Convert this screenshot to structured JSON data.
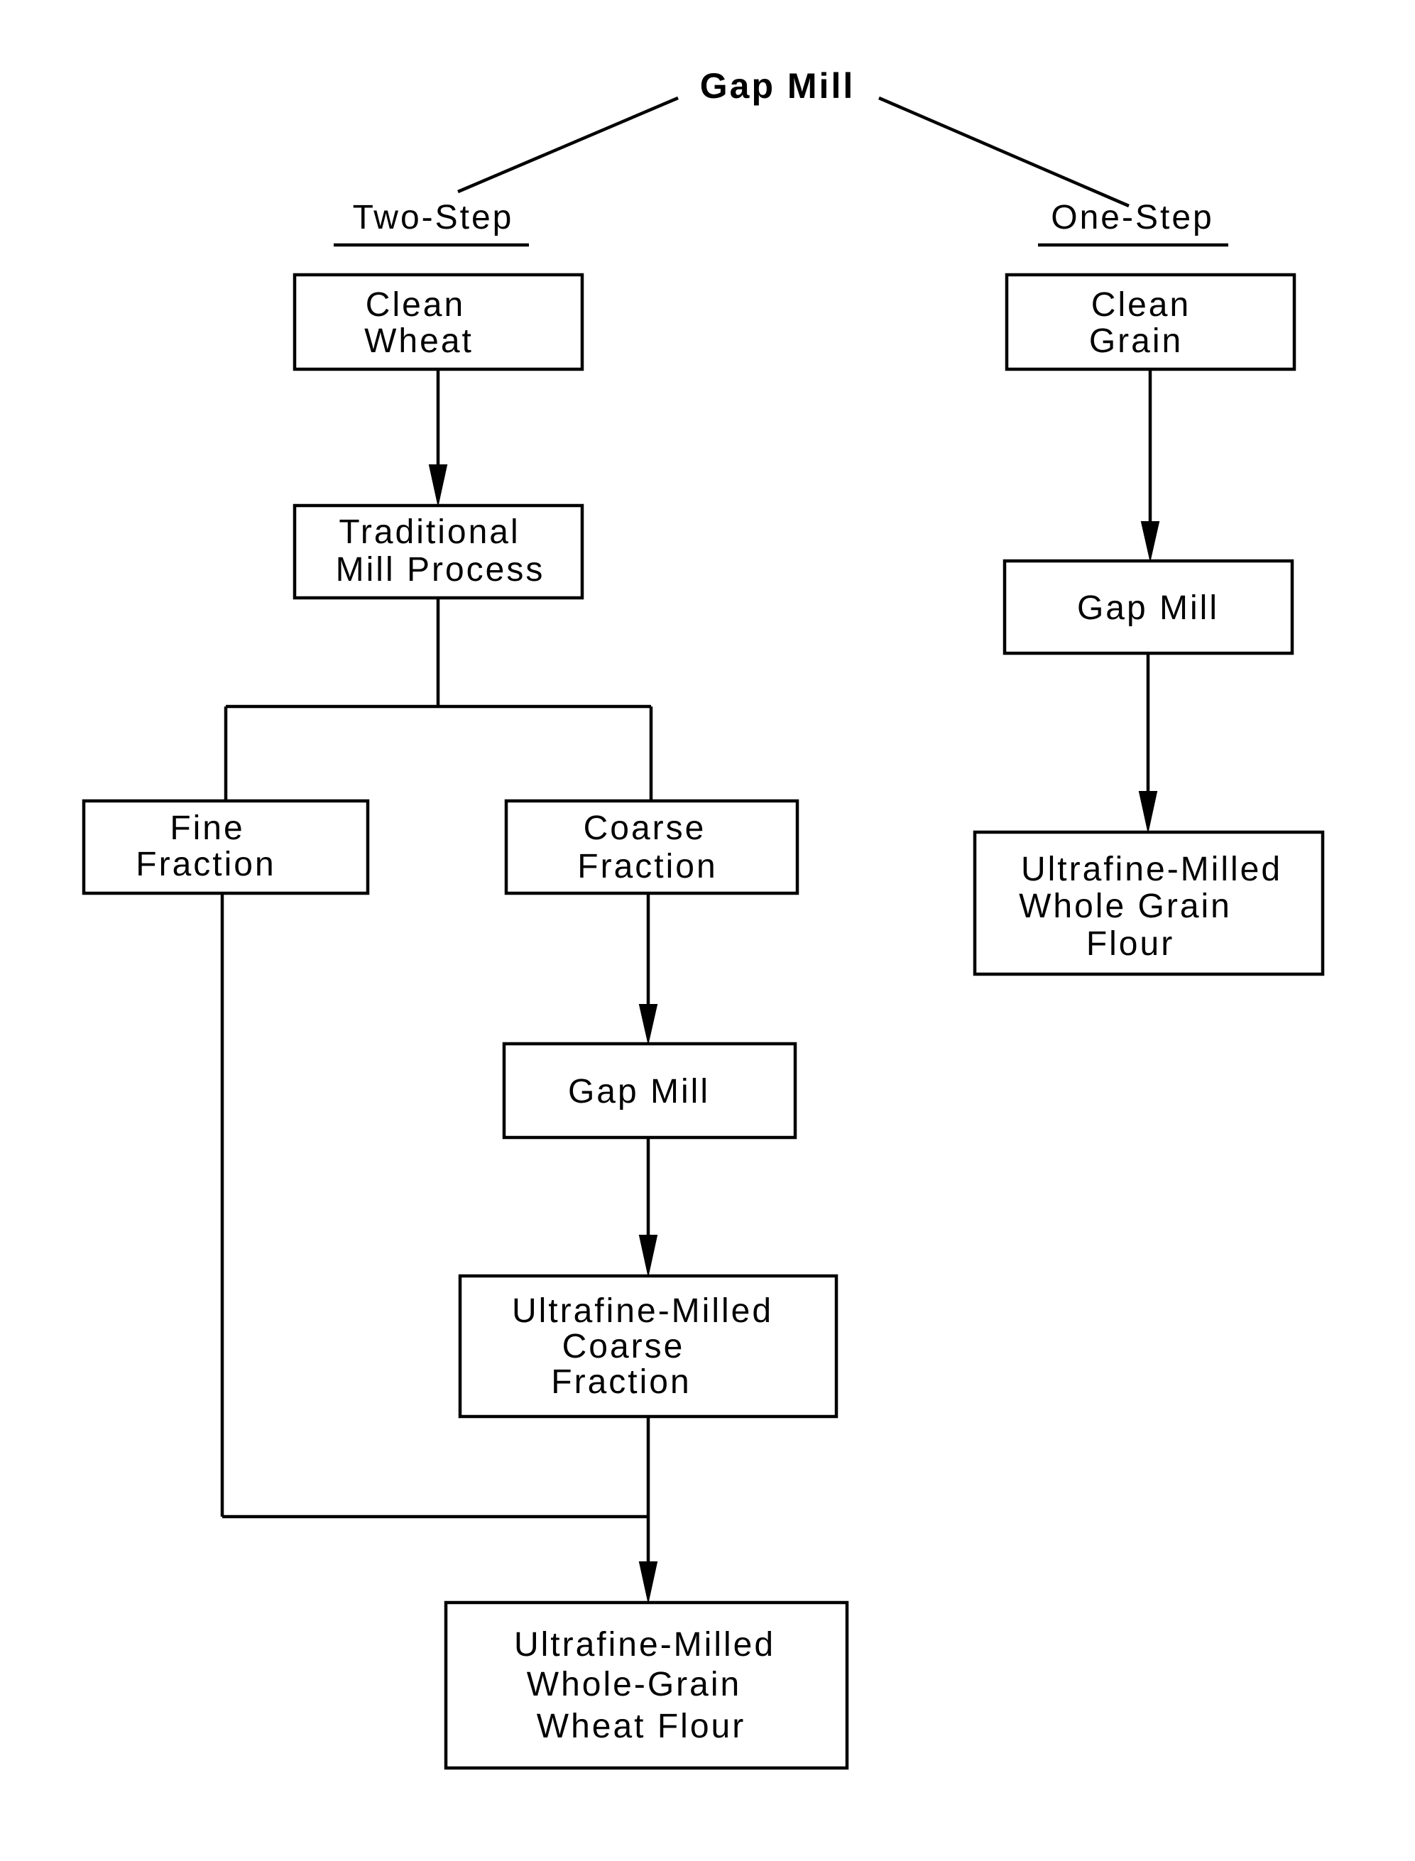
{
  "title": "Gap Mill",
  "branches": {
    "two_step": "Two-Step",
    "one_step": "One-Step"
  },
  "two_step": {
    "clean_wheat": [
      "Clean",
      "Wheat"
    ],
    "traditional_mill": [
      "Traditional",
      "Mill  Process"
    ],
    "fine_fraction": [
      "Fine",
      "Fraction"
    ],
    "coarse_fraction": [
      "Coarse",
      "Fraction"
    ],
    "gap_mill": [
      "Gap  Mill"
    ],
    "ultrafine_coarse": [
      "Ultrafine-Milled",
      "Coarse",
      "Fraction"
    ],
    "ultrafine_wheat_flour": [
      "Ultrafine-Milled",
      "Whole-Grain",
      "Wheat  Flour"
    ]
  },
  "one_step": {
    "clean_grain": [
      "Clean",
      "Grain"
    ],
    "gap_mill": [
      "Gap  Mill"
    ],
    "ultrafine_whole_grain_flour": [
      "Ultrafine-Milled",
      "Whole  Grain",
      "Flour"
    ]
  }
}
